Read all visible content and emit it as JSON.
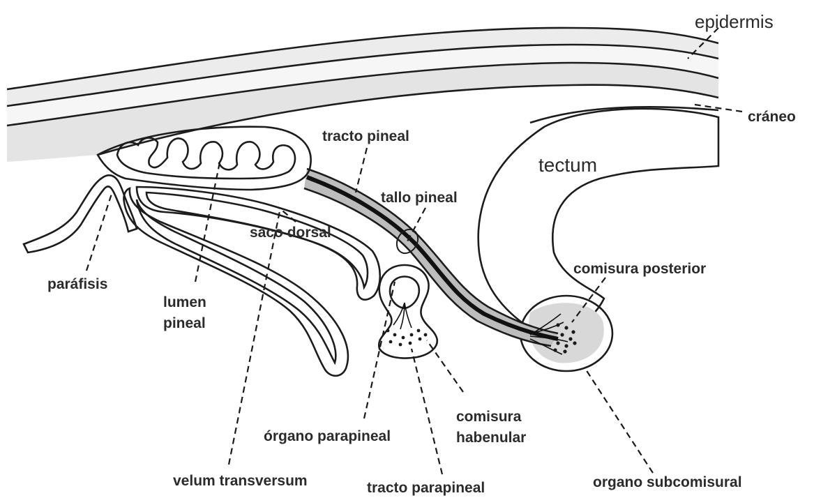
{
  "labels": {
    "epidermis": "epidermis",
    "craneo": "cráneo",
    "tectum": "tectum",
    "tracto_pineal": "tracto pineal",
    "tallo_pineal": "tallo pineal",
    "saco_dorsal": "saco dorsal",
    "comisura_posterior": "comisura posterior",
    "parafisis": "paráfisis",
    "lumen_pineal_1": "lumen",
    "lumen_pineal_2": "pineal",
    "organo_parapineal": "órgano parapineal",
    "comisura_habenular_1": "comisura",
    "comisura_habenular_2": "habenular",
    "velum_transversum": "velum transversum",
    "tracto_parapineal": "tracto parapineal",
    "organo_subcomisural": "organo subcomisural"
  },
  "colors": {
    "tissue_gray": "#c8c8c8",
    "skin_light": "#ececec",
    "outline": "#1c1c1c",
    "background": "#ffffff"
  }
}
